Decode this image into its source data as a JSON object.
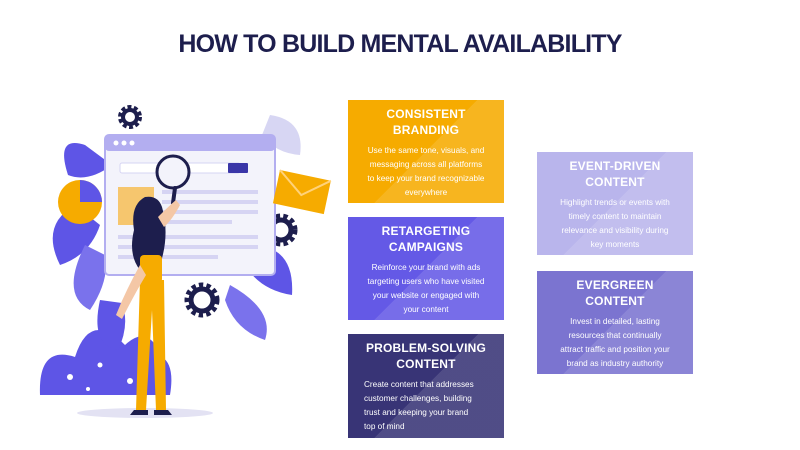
{
  "title": "HOW TO BUILD MENTAL AVAILABILITY",
  "cards": [
    {
      "title": "CONSISTENT\nBRANDING",
      "body": "Use the same tone, visuals, and\nmessaging across all platforms\nto keep your brand recognizable\neverywhere"
    },
    {
      "title": "RETARGETING\nCAMPAIGNS",
      "body": "Reinforce your brand with ads\ntargeting users who have visited\nyour website or engaged with\nyour content"
    },
    {
      "title": "PROBLEM-SOLVING\nCONTENT",
      "body": "Create content that addresses\ncustomer challenges, building\ntrust and keeping your brand\ntop of mind"
    },
    {
      "title": "EVENT-DRIVEN\nCONTENT",
      "body": "Highlight trends or events with\ntimely content to maintain\nrelevance and visibility during\nkey moments"
    },
    {
      "title": "EVERGREEN\nCONTENT",
      "body": "Invest in detailed, lasting\nresources that continually\nattract traffic and position your\nbrand as industry authority"
    }
  ],
  "colors": {
    "title": "#1d1e4d",
    "orange": "#f6ab00",
    "purple": "#6459e6",
    "navy": "#383476",
    "lavender": "#b9b5ec",
    "violet": "#7b74d0"
  },
  "illustration": {
    "icons": [
      "gear-icon",
      "gear-icon",
      "gear-icon",
      "magnifier-icon",
      "envelope-icon",
      "pie-chart-icon",
      "browser-window-icon",
      "woman-figure",
      "leaf-icon"
    ]
  }
}
